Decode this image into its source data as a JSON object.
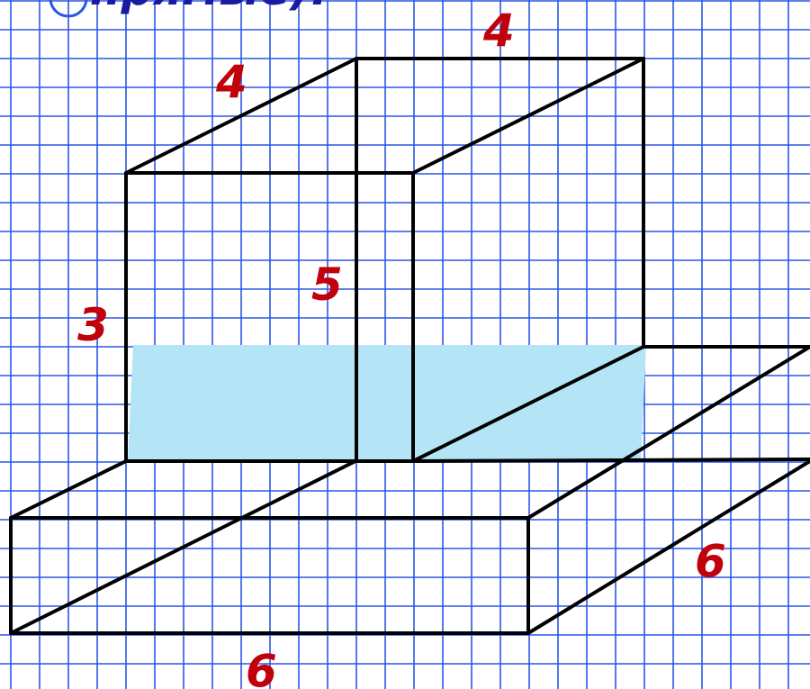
{
  "header": {
    "title": "прямые)."
  },
  "labels": {
    "top_width": "4",
    "top_depth": "4",
    "height_inner": "5",
    "water_level": "3",
    "base_depth": "6",
    "base_width": "6"
  },
  "colors": {
    "grid": "#2d55e6",
    "water": "#b3e5f7",
    "label": "#c0000b",
    "edge": "#000000"
  }
}
